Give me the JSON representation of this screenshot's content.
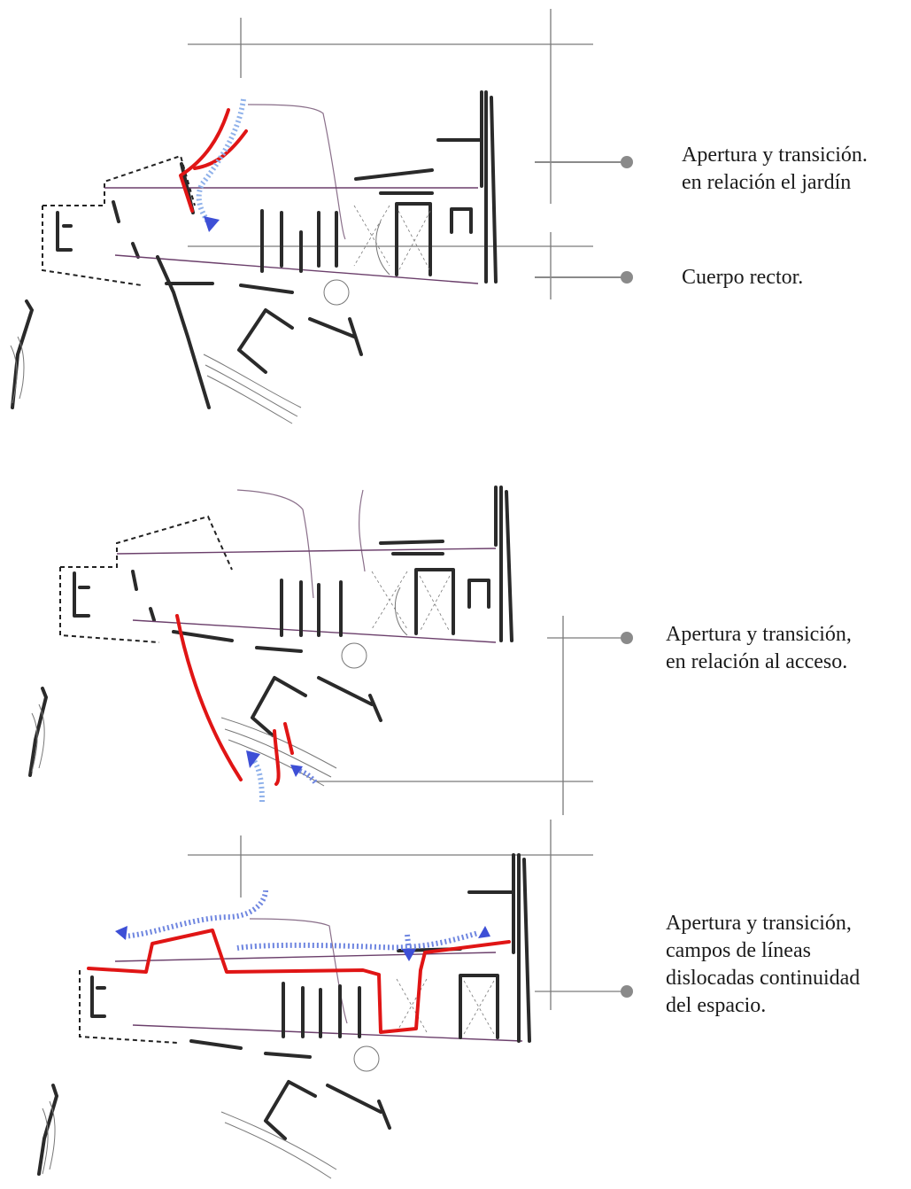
{
  "labels": {
    "panel1": {
      "annotation_garden": [
        "Apertura y transición.",
        "en relación el jardín"
      ],
      "annotation_body": [
        "Cuerpo rector."
      ]
    },
    "panel2": {
      "annotation_access": [
        "Apertura y transición,",
        "en relación al acceso."
      ]
    },
    "panel3": {
      "annotation_fields": [
        "Apertura y transición,",
        "campos de líneas",
        "dislocadas continuidad",
        "del espacio."
      ]
    }
  },
  "colors": {
    "highlight_red": "#e01515",
    "flow_blue": "#6f86e0",
    "leader_gray": "#8a8a8a",
    "ink": "#2a2a2a"
  }
}
